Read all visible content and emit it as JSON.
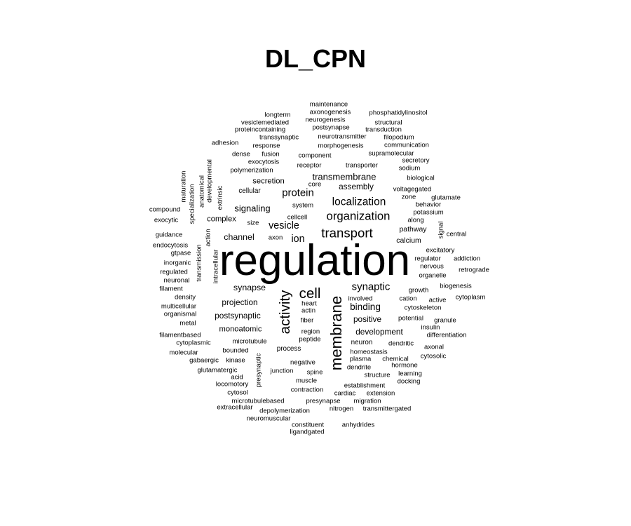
{
  "chart_data": {
    "type": "wordcloud",
    "title": "DL_CPN",
    "colors": {
      "text": "#000000",
      "background": "#ffffff"
    },
    "words": [
      {
        "text": "regulation",
        "weight": 100,
        "rotation": 0
      },
      {
        "text": "membrane",
        "weight": 36,
        "rotation": 90
      },
      {
        "text": "activity",
        "weight": 33,
        "rotation": 90
      },
      {
        "text": "cell",
        "weight": 33,
        "rotation": 0
      },
      {
        "text": "transport",
        "weight": 30,
        "rotation": 0
      },
      {
        "text": "organization",
        "weight": 27,
        "rotation": 0
      },
      {
        "text": "localization",
        "weight": 25,
        "rotation": 0
      },
      {
        "text": "synaptic",
        "weight": 24,
        "rotation": 0
      },
      {
        "text": "protein",
        "weight": 24,
        "rotation": 0
      },
      {
        "text": "vesicle",
        "weight": 23,
        "rotation": 0
      },
      {
        "text": "ion",
        "weight": 23,
        "rotation": 0
      },
      {
        "text": "binding",
        "weight": 22,
        "rotation": 0
      },
      {
        "text": "transmembrane",
        "weight": 21,
        "rotation": 0
      },
      {
        "text": "signaling",
        "weight": 21,
        "rotation": 0
      },
      {
        "text": "synapse",
        "weight": 20,
        "rotation": 0
      },
      {
        "text": "channel",
        "weight": 20,
        "rotation": 0
      },
      {
        "text": "assembly",
        "weight": 19,
        "rotation": 0
      },
      {
        "text": "postsynaptic",
        "weight": 19,
        "rotation": 0
      },
      {
        "text": "projection",
        "weight": 19,
        "rotation": 0
      },
      {
        "text": "development",
        "weight": 19,
        "rotation": 0
      },
      {
        "text": "positive",
        "weight": 19,
        "rotation": 0
      },
      {
        "text": "complex",
        "weight": 18,
        "rotation": 0
      },
      {
        "text": "secretion",
        "weight": 18,
        "rotation": 0
      },
      {
        "text": "monoatomic",
        "weight": 18,
        "rotation": 0
      },
      {
        "text": "calcium",
        "weight": 17,
        "rotation": 0
      },
      {
        "text": "pathway",
        "weight": 17,
        "rotation": 0
      },
      {
        "text": "cellular",
        "weight": 16,
        "rotation": 0
      },
      {
        "text": "process",
        "weight": 16,
        "rotation": 0
      },
      {
        "text": "neuron",
        "weight": 16,
        "rotation": 0
      },
      {
        "text": "negative",
        "weight": 15,
        "rotation": 0
      },
      {
        "text": "receptor",
        "weight": 15,
        "rotation": 0
      },
      {
        "text": "transporter",
        "weight": 15,
        "rotation": 0
      },
      {
        "text": "component",
        "weight": 15,
        "rotation": 0
      },
      {
        "text": "growth",
        "weight": 14,
        "rotation": 0
      },
      {
        "text": "cytoskeleton",
        "weight": 14,
        "rotation": 0
      },
      {
        "text": "cation",
        "weight": 14,
        "rotation": 0
      },
      {
        "text": "potential",
        "weight": 14,
        "rotation": 0
      },
      {
        "text": "microtubule",
        "weight": 14,
        "rotation": 0
      },
      {
        "text": "plasma",
        "weight": 14,
        "rotation": 0
      },
      {
        "text": "exocytosis",
        "weight": 14,
        "rotation": 0
      },
      {
        "text": "system",
        "weight": 14,
        "rotation": 0
      },
      {
        "text": "morphogenesis",
        "weight": 14,
        "rotation": 0
      },
      {
        "text": "axon",
        "weight": 14,
        "rotation": 0
      },
      {
        "text": "actin",
        "weight": 13,
        "rotation": 0
      },
      {
        "text": "fiber",
        "weight": 13,
        "rotation": 0
      },
      {
        "text": "junction",
        "weight": 13,
        "rotation": 0
      },
      {
        "text": "muscle",
        "weight": 13,
        "rotation": 0
      },
      {
        "text": "contraction",
        "weight": 13,
        "rotation": 0
      },
      {
        "text": "homeostasis",
        "weight": 13,
        "rotation": 0
      },
      {
        "text": "dendrite",
        "weight": 13,
        "rotation": 0
      },
      {
        "text": "neurotransmitter",
        "weight": 13,
        "rotation": 0
      },
      {
        "text": "organelle",
        "weight": 13,
        "rotation": 0
      },
      {
        "text": "polymerization",
        "weight": 13,
        "rotation": 0
      },
      {
        "text": "voltagegated",
        "weight": 13,
        "rotation": 0
      },
      {
        "text": "transmission",
        "weight": 13,
        "rotation": 90
      },
      {
        "text": "intracellular",
        "weight": 13,
        "rotation": 90
      },
      {
        "text": "developmental",
        "weight": 12,
        "rotation": 90
      },
      {
        "text": "dendritic",
        "weight": 12,
        "rotation": 0
      },
      {
        "text": "regulator",
        "weight": 12,
        "rotation": 0
      },
      {
        "text": "nervous",
        "weight": 12,
        "rotation": 0
      },
      {
        "text": "supramolecular",
        "weight": 12,
        "rotation": 0
      },
      {
        "text": "establishment",
        "weight": 12,
        "rotation": 0
      },
      {
        "text": "spine",
        "weight": 12,
        "rotation": 0
      },
      {
        "text": "presynaptic",
        "weight": 12,
        "rotation": 90
      },
      {
        "text": "region",
        "weight": 12,
        "rotation": 0
      },
      {
        "text": "bounded",
        "weight": 12,
        "rotation": 0
      },
      {
        "text": "kinase",
        "weight": 12,
        "rotation": 0
      },
      {
        "text": "structure",
        "weight": 12,
        "rotation": 0
      },
      {
        "text": "heart",
        "weight": 11,
        "rotation": 0
      },
      {
        "text": "involved",
        "weight": 11,
        "rotation": 0
      },
      {
        "text": "response",
        "weight": 11,
        "rotation": 0
      },
      {
        "text": "transsynaptic",
        "weight": 11,
        "rotation": 0
      },
      {
        "text": "dense",
        "weight": 11,
        "rotation": 0
      },
      {
        "text": "fusion",
        "weight": 11,
        "rotation": 0
      },
      {
        "text": "adhesion",
        "weight": 11,
        "rotation": 0
      },
      {
        "text": "core",
        "weight": 11,
        "rotation": 0
      },
      {
        "text": "behavior",
        "weight": 11,
        "rotation": 0
      },
      {
        "text": "potassium",
        "weight": 11,
        "rotation": 0
      },
      {
        "text": "along",
        "weight": 11,
        "rotation": 0
      },
      {
        "text": "excitatory",
        "weight": 11,
        "rotation": 0
      },
      {
        "text": "biogenesis",
        "weight": 11,
        "rotation": 0
      },
      {
        "text": "active",
        "weight": 11,
        "rotation": 0
      },
      {
        "text": "granule",
        "weight": 11,
        "rotation": 0
      },
      {
        "text": "insulin",
        "weight": 11,
        "rotation": 0
      },
      {
        "text": "axonal",
        "weight": 11,
        "rotation": 0
      },
      {
        "text": "cytosolic",
        "weight": 11,
        "rotation": 0
      },
      {
        "text": "chemical",
        "weight": 11,
        "rotation": 0
      },
      {
        "text": "hormone",
        "weight": 11,
        "rotation": 0
      },
      {
        "text": "learning",
        "weight": 11,
        "rotation": 0
      },
      {
        "text": "docking",
        "weight": 11,
        "rotation": 0
      },
      {
        "text": "peptide",
        "weight": 11,
        "rotation": 0
      },
      {
        "text": "presynapse",
        "weight": 11,
        "rotation": 0
      },
      {
        "text": "migration",
        "weight": 11,
        "rotation": 0
      },
      {
        "text": "cardiac",
        "weight": 11,
        "rotation": 0
      },
      {
        "text": "extension",
        "weight": 11,
        "rotation": 0
      },
      {
        "text": "nitrogen",
        "weight": 11,
        "rotation": 0
      },
      {
        "text": "transmittergated",
        "weight": 11,
        "rotation": 0
      },
      {
        "text": "depolymerization",
        "weight": 11,
        "rotation": 0
      },
      {
        "text": "microtubulebased",
        "weight": 11,
        "rotation": 0
      },
      {
        "text": "extracellular",
        "weight": 11,
        "rotation": 0
      },
      {
        "text": "locomotory",
        "weight": 11,
        "rotation": 0
      },
      {
        "text": "cytosol",
        "weight": 11,
        "rotation": 0
      },
      {
        "text": "acid",
        "weight": 11,
        "rotation": 0
      },
      {
        "text": "glutamatergic",
        "weight": 11,
        "rotation": 0
      },
      {
        "text": "gabaergic",
        "weight": 11,
        "rotation": 0
      },
      {
        "text": "molecular",
        "weight": 11,
        "rotation": 0
      },
      {
        "text": "cytoplasmic",
        "weight": 11,
        "rotation": 0
      },
      {
        "text": "filamentbased",
        "weight": 11,
        "rotation": 0
      },
      {
        "text": "metal",
        "weight": 11,
        "rotation": 0
      },
      {
        "text": "organismal",
        "weight": 11,
        "rotation": 0
      },
      {
        "text": "multicellular",
        "weight": 11,
        "rotation": 0
      },
      {
        "text": "density",
        "weight": 11,
        "rotation": 0
      },
      {
        "text": "filament",
        "weight": 11,
        "rotation": 0
      },
      {
        "text": "neuronal",
        "weight": 11,
        "rotation": 0
      },
      {
        "text": "regulated",
        "weight": 11,
        "rotation": 0
      },
      {
        "text": "inorganic",
        "weight": 11,
        "rotation": 0
      },
      {
        "text": "gtpase",
        "weight": 11,
        "rotation": 0
      },
      {
        "text": "endocytosis",
        "weight": 11,
        "rotation": 0
      },
      {
        "text": "guidance",
        "weight": 11,
        "rotation": 0
      },
      {
        "text": "exocytic",
        "weight": 11,
        "rotation": 0
      },
      {
        "text": "compound",
        "weight": 11,
        "rotation": 0
      },
      {
        "text": "size",
        "weight": 10,
        "rotation": 0
      },
      {
        "text": "cellcell",
        "weight": 10,
        "rotation": 0
      },
      {
        "text": "zone",
        "weight": 11,
        "rotation": 0
      },
      {
        "text": "glutamate",
        "weight": 11,
        "rotation": 0
      },
      {
        "text": "biological",
        "weight": 11,
        "rotation": 0
      },
      {
        "text": "sodium",
        "weight": 11,
        "rotation": 0
      },
      {
        "text": "secretory",
        "weight": 11,
        "rotation": 0
      },
      {
        "text": "communication",
        "weight": 11,
        "rotation": 0
      },
      {
        "text": "filopodium",
        "weight": 11,
        "rotation": 0
      },
      {
        "text": "transduction",
        "weight": 11,
        "rotation": 0
      },
      {
        "text": "structural",
        "weight": 11,
        "rotation": 0
      },
      {
        "text": "phosphatidylinositol",
        "weight": 11,
        "rotation": 0
      },
      {
        "text": "maintenance",
        "weight": 11,
        "rotation": 0
      },
      {
        "text": "axonogenesis",
        "weight": 11,
        "rotation": 0
      },
      {
        "text": "neurogenesis",
        "weight": 11,
        "rotation": 0
      },
      {
        "text": "postsynapse",
        "weight": 11,
        "rotation": 0
      },
      {
        "text": "longterm",
        "weight": 11,
        "rotation": 0
      },
      {
        "text": "vesiclemediated",
        "weight": 11,
        "rotation": 0
      },
      {
        "text": "proteincontaining",
        "weight": 11,
        "rotation": 0
      },
      {
        "text": "addiction",
        "weight": 11,
        "rotation": 0
      },
      {
        "text": "retrograde",
        "weight": 11,
        "rotation": 0
      },
      {
        "text": "central",
        "weight": 11,
        "rotation": 0
      },
      {
        "text": "cytoplasm",
        "weight": 11,
        "rotation": 0
      },
      {
        "text": "differentiation",
        "weight": 11,
        "rotation": 0
      },
      {
        "text": "neuromuscular",
        "weight": 11,
        "rotation": 0
      },
      {
        "text": "constituent",
        "weight": 11,
        "rotation": 0
      },
      {
        "text": "anhydrides",
        "weight": 11,
        "rotation": 0
      },
      {
        "text": "ligandgated",
        "weight": 11,
        "rotation": 0
      },
      {
        "text": "maturation",
        "weight": 11,
        "rotation": 90
      },
      {
        "text": "specialization",
        "weight": 11,
        "rotation": 90
      },
      {
        "text": "anatomical",
        "weight": 11,
        "rotation": 90
      },
      {
        "text": "extrinsic",
        "weight": 11,
        "rotation": 90
      },
      {
        "text": "action",
        "weight": 11,
        "rotation": 90
      },
      {
        "text": "signal",
        "weight": 11,
        "rotation": 90
      }
    ]
  }
}
